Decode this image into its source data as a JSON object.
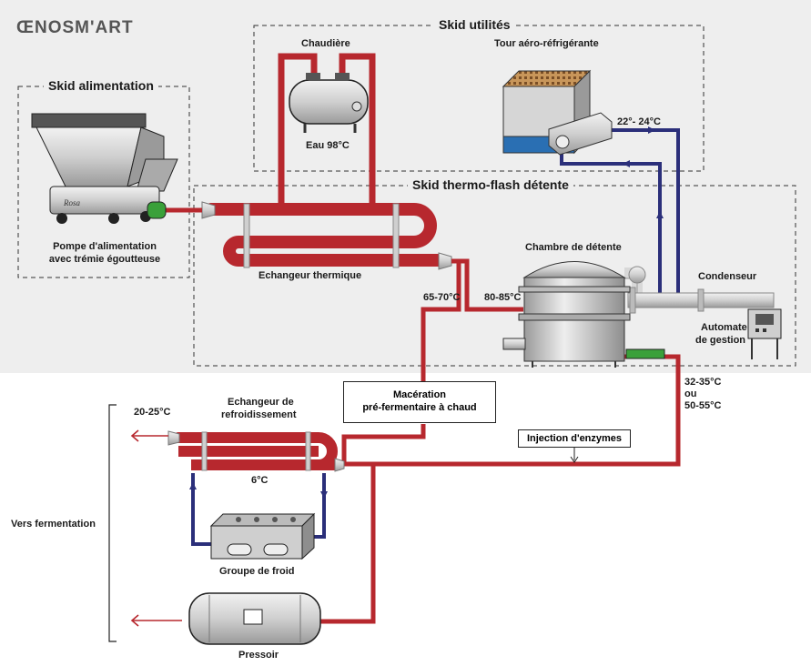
{
  "logo": "ŒNOSM'ART",
  "skids": {
    "alimentation": "Skid alimentation",
    "utilites": "Skid utilités",
    "thermo_flash": "Skid thermo-flash détente"
  },
  "labels": {
    "chaudiere": "Chaudière",
    "eau": "Eau 98°C",
    "tour": "Tour aéro-réfrigérante",
    "temp_tour": "22°- 24°C",
    "pompe_line1": "Pompe d'alimentation",
    "pompe_line2": "avec trémie égoutteuse",
    "echangeur_thermique": "Echangeur thermique",
    "chambre": "Chambre de détente",
    "condenseur": "Condenseur",
    "automate_line1": "Automate",
    "automate_line2": "de gestion",
    "temp_65_70": "65-70°C",
    "temp_80_85": "80-85°C",
    "temp_32_35": "32-35°C",
    "ou": "ou",
    "temp_50_55": "50-55°C",
    "maceration_line1": "Macération",
    "maceration_line2": "pré-fermentaire à chaud",
    "injection": "Injection d'enzymes",
    "echangeur_refroid_line1": "Echangeur de",
    "echangeur_refroid_line2": "refroidissement",
    "temp_20_25": "20-25°C",
    "temp_6": "6°C",
    "groupe_froid": "Groupe de froid",
    "vers_fermentation": "Vers fermentation",
    "pressoir": "Pressoir",
    "rosa": "Rosa"
  },
  "colors": {
    "hot_pipe": "#b7282e",
    "cold_pipe": "#2b2f7a",
    "steam_pipe": "#d0d0d0",
    "background_panel": "#eeeeee",
    "water": "#2a6fb3",
    "fill_media": "#c8965a",
    "green_pipe": "#3aa03a"
  },
  "icons": {
    "hopper": "hopper-pump-icon",
    "boiler": "boiler-tank-icon",
    "tower": "cooling-tower-icon",
    "chamber": "flash-chamber-icon",
    "automate": "control-panel-icon",
    "chiller": "chiller-unit-icon",
    "press": "wine-press-icon"
  }
}
